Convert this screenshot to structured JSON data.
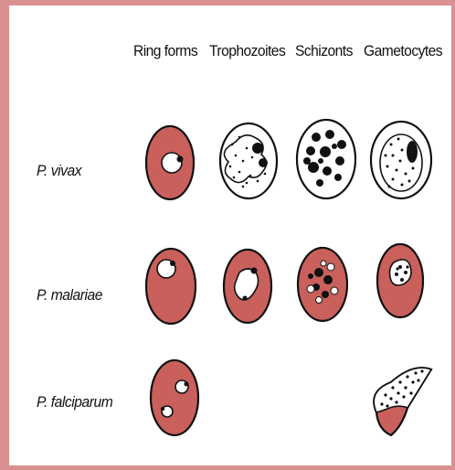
{
  "figure": {
    "columns": [
      "Ring forms",
      "Trophozoites",
      "Schizonts",
      "Gametocytes"
    ],
    "rows": [
      "P. vivax",
      "P. malariae",
      "P. falciparum"
    ]
  },
  "colors": {
    "cell_fill": "#c9605c",
    "cell_outline": "#111111",
    "border_tint": "#d99090",
    "pale_cell": "#ffffff"
  }
}
